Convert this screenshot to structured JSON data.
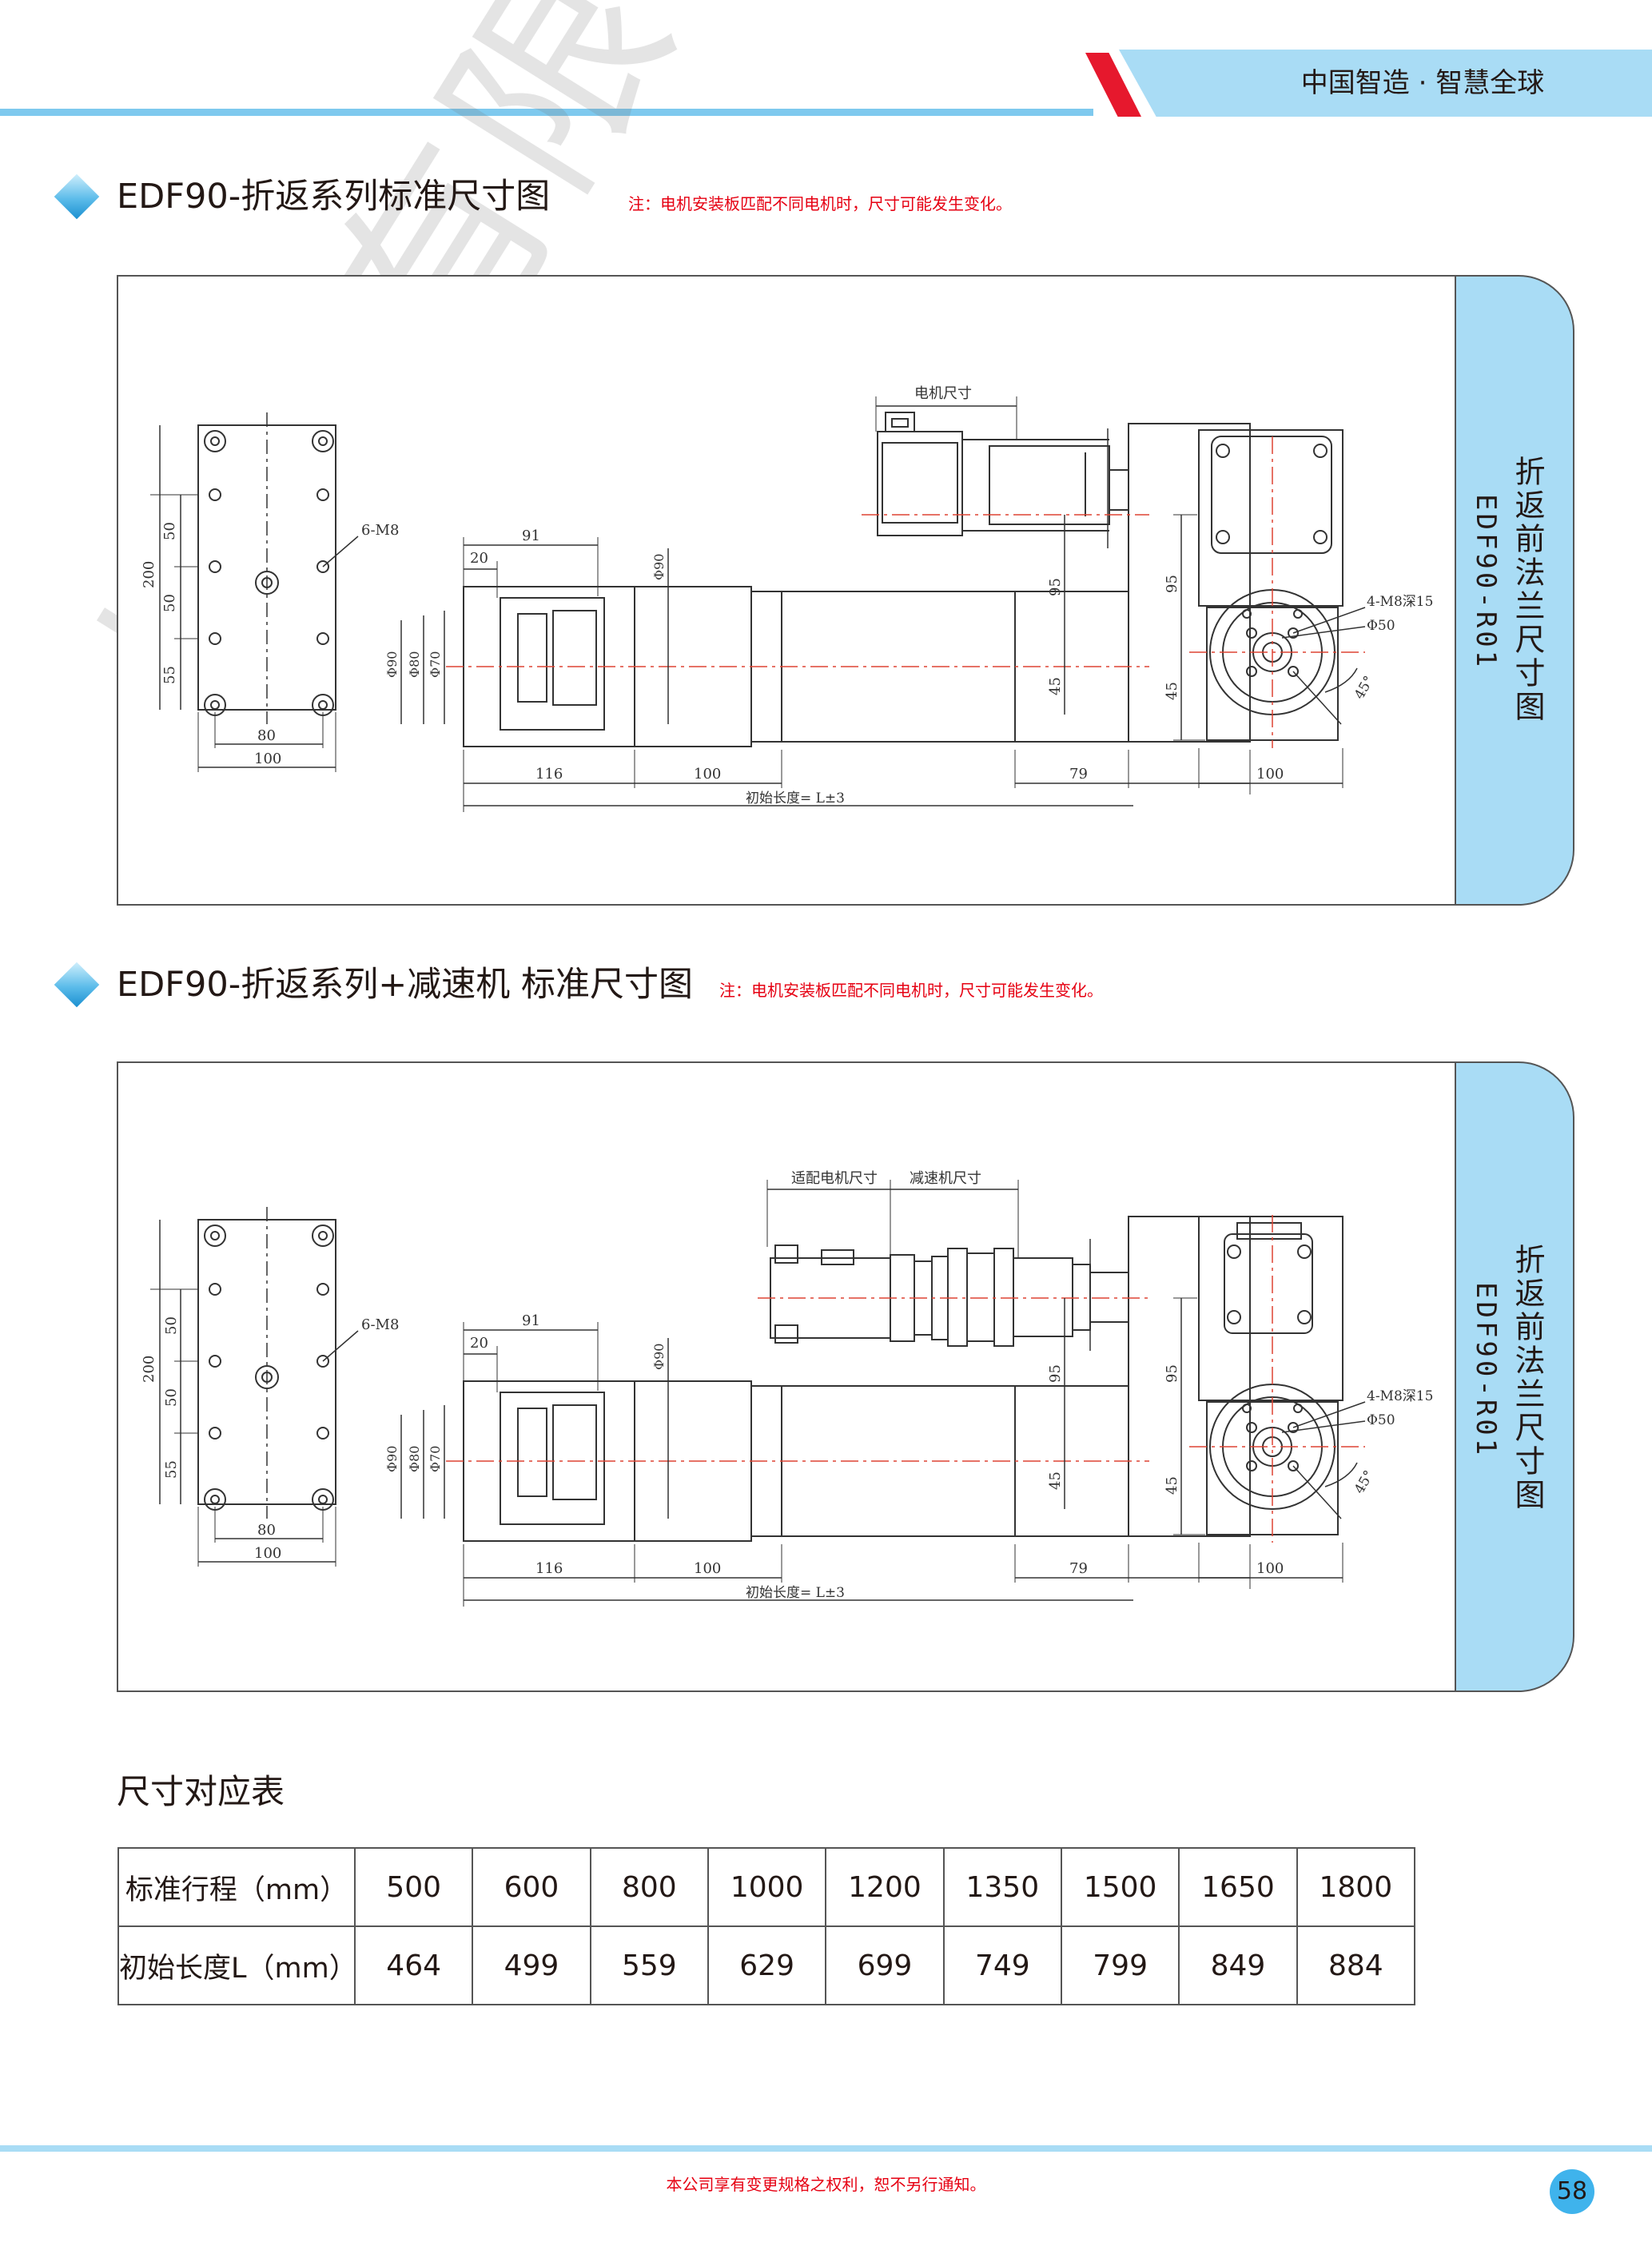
{
  "header": {
    "slogan": "中国智造 · 智慧全球"
  },
  "sections": [
    {
      "title": "EDF90-折返系列标准尺寸图",
      "note": "注：电机安装板匹配不同电机时，尺寸可能发生变化。",
      "side_label_cn": "折返前法兰尺寸图",
      "side_label_code": "EDF90-R01",
      "motor_labels": [
        "电机尺寸"
      ],
      "dims": {
        "d50a": "50",
        "d50b": "50",
        "d55": "55",
        "d200": "200",
        "d80": "80",
        "d100": "100",
        "m8": "6-M8",
        "d91": "91",
        "d20": "20",
        "phi90top": "Φ90",
        "phi90": "Φ90",
        "phi80": "Φ80",
        "phi70": "Φ70",
        "d116": "116",
        "d100b": "100",
        "d95": "95",
        "d45": "45",
        "d79": "79",
        "total": "初始长度= L±3",
        "r95": "95",
        "r45": "45",
        "r100": "100",
        "m8deep": "4-M8深15",
        "phi50": "Φ50",
        "ang45": "45°"
      }
    },
    {
      "title": "EDF90-折返系列+减速机 标准尺寸图",
      "note": "注：电机安装板匹配不同电机时，尺寸可能发生变化。",
      "side_label_cn": "折返前法兰尺寸图",
      "side_label_code": "EDF90-R01",
      "motor_labels": [
        "适配电机尺寸",
        "减速机尺寸"
      ],
      "dims": {
        "d50a": "50",
        "d50b": "50",
        "d55": "55",
        "d200": "200",
        "d80": "80",
        "d100": "100",
        "m8": "6-M8",
        "d91": "91",
        "d20": "20",
        "phi90top": "Φ90",
        "phi90": "Φ90",
        "phi80": "Φ80",
        "phi70": "Φ70",
        "d116": "116",
        "d100b": "100",
        "d95": "95",
        "d45": "45",
        "d79": "79",
        "total": "初始长度= L±3",
        "r95": "95",
        "r45": "45",
        "r100": "100",
        "m8deep": "4-M8深15",
        "phi50": "Φ50",
        "ang45": "45°"
      }
    }
  ],
  "table": {
    "title": "尺寸对应表",
    "row_labels": [
      "标准行程（mm）",
      "初始长度L（mm）"
    ],
    "stroke": [
      "500",
      "600",
      "800",
      "1000",
      "1200",
      "1350",
      "1500",
      "1650",
      "1800"
    ],
    "initial_length": [
      "464",
      "499",
      "559",
      "629",
      "699",
      "749",
      "799",
      "849",
      "884"
    ]
  },
  "watermark": "机械有限公司",
  "footer": {
    "copyright": "本公司享有变更规格之权利，恕不另行通知。",
    "page": "58"
  },
  "colors": {
    "accent_blue": "#a9dcf5",
    "line_blue": "#7ec9ee",
    "red": "#e6182d",
    "note_red": "#e60012",
    "badge": "#3fb3ec"
  }
}
